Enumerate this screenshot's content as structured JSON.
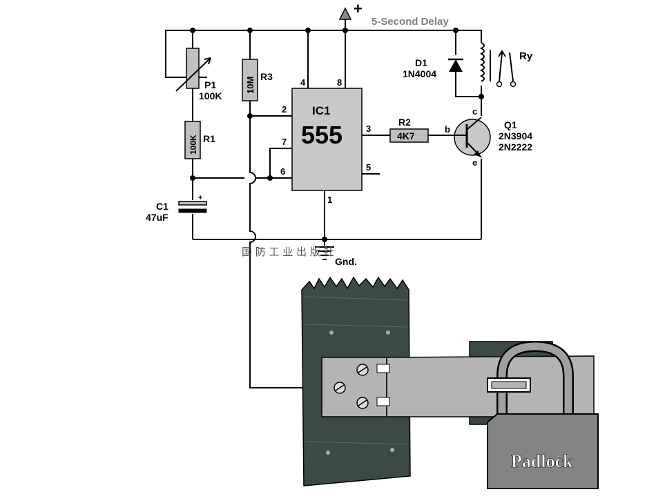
{
  "title": "5-Second Delay",
  "supply_symbol": "+",
  "ground_label": "Gnd.",
  "watermark": "国 防 工 业 出 版 社",
  "components": {
    "ic": {
      "name": "IC1",
      "part": "555",
      "pins": {
        "p1": "1",
        "p2": "2",
        "p3": "3",
        "p4": "4",
        "p5": "5",
        "p6": "6",
        "p7": "7",
        "p8": "8"
      }
    },
    "p1": {
      "ref": "P1",
      "value": "100K"
    },
    "r1": {
      "ref": "R1",
      "body": "100K"
    },
    "r3": {
      "ref": "R3",
      "body": "10M"
    },
    "r2": {
      "ref": "R2",
      "value": "4K7"
    },
    "c1": {
      "ref": "C1",
      "value": "47uF",
      "polarity": "+"
    },
    "d1": {
      "ref": "D1",
      "part": "1N4004"
    },
    "q1": {
      "ref": "Q1",
      "part1": "2N3904",
      "part2": "2N2222",
      "b": "b",
      "c": "c",
      "e": "e"
    },
    "relay": {
      "ref": "Ry"
    }
  },
  "padlock_label": "Padlock",
  "colors": {
    "wire": "#000000",
    "ic_fill": "#c8c8c8",
    "part_fill": "#c0c0c0",
    "wood": "#3c4a44",
    "hasp": "#b4b4b4",
    "lock_body": "#848484",
    "title_gray": "#7f7f7f"
  }
}
